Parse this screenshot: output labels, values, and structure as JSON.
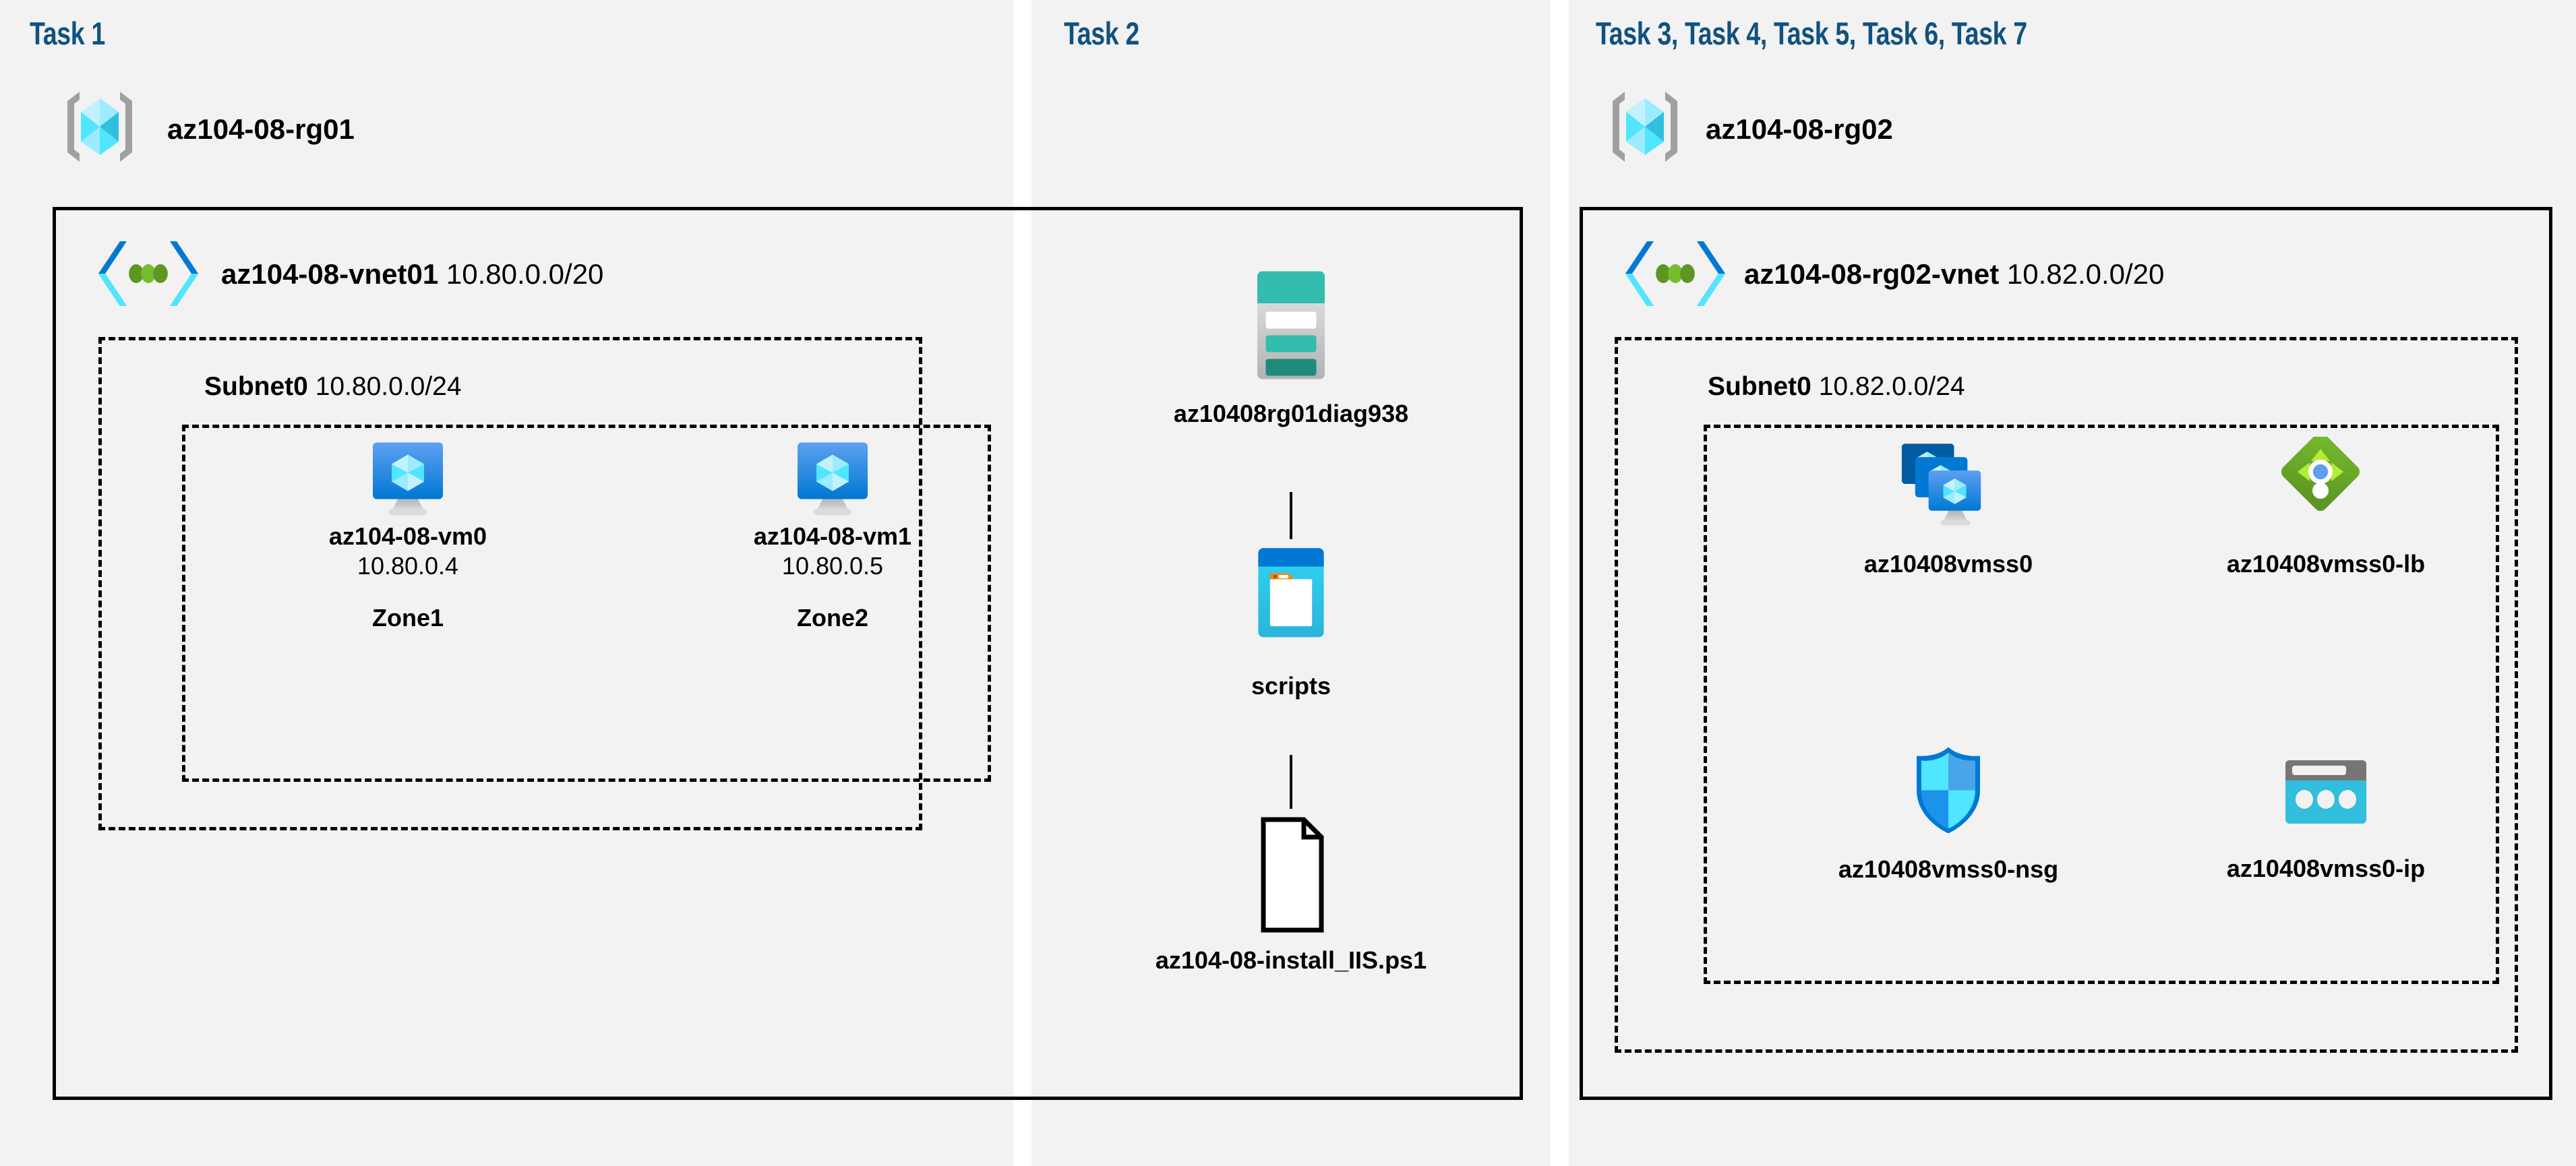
{
  "diagram": {
    "title": "Azure AZ-104 Module 08 lab architecture",
    "background": "#ffffff",
    "panel_bg": "#f2f2f2",
    "task_label_color": "#11517f",
    "line_color": "#000000"
  },
  "columns": [
    {
      "id": "col1",
      "task_label": "Task 1"
    },
    {
      "id": "col2",
      "task_label": "Task 2"
    },
    {
      "id": "col3",
      "task_label": "Task 3, Task 4, Task 5, Task 6, Task 7"
    }
  ],
  "col1": {
    "resource_group": {
      "name": "az104-08-rg01",
      "icon": "resource-group-icon"
    },
    "vnet": {
      "name": "az104-08-vnet01",
      "cidr": "10.80.0.0/20",
      "icon": "virtual-network-icon"
    },
    "subnet": {
      "name": "Subnet0",
      "cidr": "10.80.0.0/24"
    },
    "vms": [
      {
        "name": "az104-08-vm0",
        "ip": "10.80.0.4",
        "zone": "Zone1",
        "icon": "virtual-machine-icon"
      },
      {
        "name": "az104-08-vm1",
        "ip": "10.80.0.5",
        "zone": "Zone2",
        "icon": "virtual-machine-icon"
      }
    ]
  },
  "col2": {
    "storage_account": {
      "name": "az10408rg01diag938",
      "icon": "storage-account-icon"
    },
    "blob_container": {
      "name": "scripts",
      "icon": "blob-container-icon"
    },
    "script_file": {
      "name": "az104-08-install_IIS.ps1",
      "icon": "file-icon"
    }
  },
  "col3": {
    "resource_group": {
      "name": "az104-08-rg02",
      "icon": "resource-group-icon"
    },
    "vnet": {
      "name": "az104-08-rg02-vnet",
      "cidr": "10.82.0.0/20",
      "icon": "virtual-network-icon"
    },
    "subnet": {
      "name": "Subnet0",
      "cidr": "10.82.0.0/24"
    },
    "resources": [
      {
        "name": "az10408vmss0",
        "icon": "vm-scale-set-icon"
      },
      {
        "name": "az10408vmss0-lb",
        "icon": "load-balancer-icon"
      },
      {
        "name": "az10408vmss0-nsg",
        "icon": "network-security-group-icon"
      },
      {
        "name": "az10408vmss0-ip",
        "icon": "public-ip-address-icon"
      }
    ]
  },
  "colors": {
    "task_blue": "#11517f",
    "azure_blue": "#0078d4",
    "cube_cyan": "#50e6ff",
    "storage_teal": "#32bcad",
    "lb_green": "#5e9624",
    "nsg_blue": "#0078d4",
    "ip_cyan": "#32bedd"
  }
}
